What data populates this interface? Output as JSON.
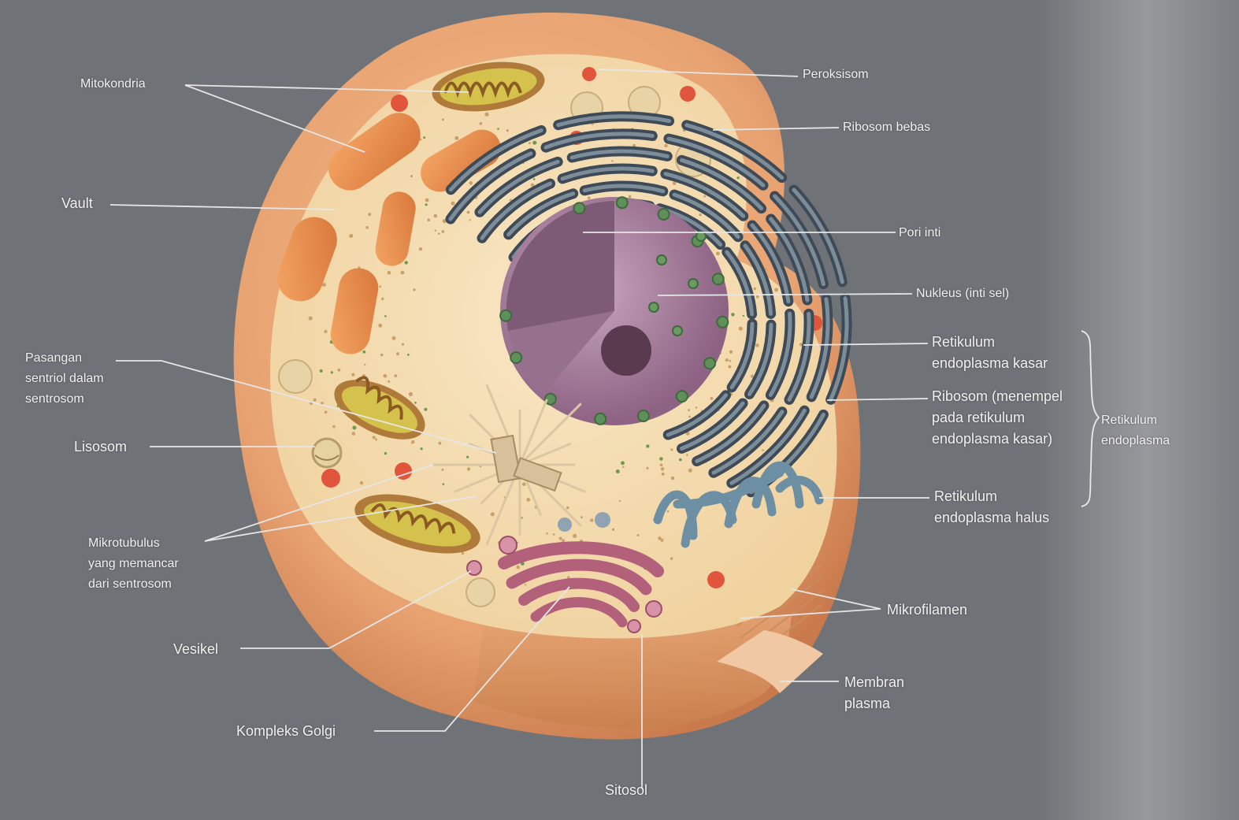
{
  "colors": {
    "background": "#6f7377",
    "cell_membrane": "#e8a271",
    "cytoplasm": "#f4dcb0",
    "mitochondria": "#e88b4a",
    "rough_er": "#3e4a56",
    "smooth_er": "#6d8fa3",
    "nucleus": "#a27a98",
    "golgi": "#b3617a",
    "peroxisome": "#e2553d",
    "label_text": "#f1f1f1",
    "leader_line": "#e6e6e6"
  },
  "labels": {
    "mitokondria": "Mitokondria",
    "vault": "Vault",
    "pasangan": "Pasangan\nsentriol dalam\nsentrosom",
    "lisosom": "Lisosom",
    "mikrotubulus": "Mikrotubulus\nyang memancar\ndari sentrosom",
    "vesikel": "Vesikel",
    "kompleks_golgi": "Kompleks Golgi",
    "sitosol": "Sitosol",
    "peroksisom": "Peroksisom",
    "ribosom_bebas": "Ribosom bebas",
    "pori_inti": "Pori inti",
    "nukleus": "Nukleus (inti sel)",
    "rer": "Retikulum\nendoplasma kasar",
    "ribosom_menempel": "Ribosom (menempel\npada retikulum\nendoplasma kasar)",
    "ser": "Retikulum\nendoplasma halus",
    "retikulum_endoplasma": "Retikulum\nendoplasma",
    "mikrofilamen": "Mikrofilamen",
    "membran_plasma": "Membran\nplasma"
  }
}
